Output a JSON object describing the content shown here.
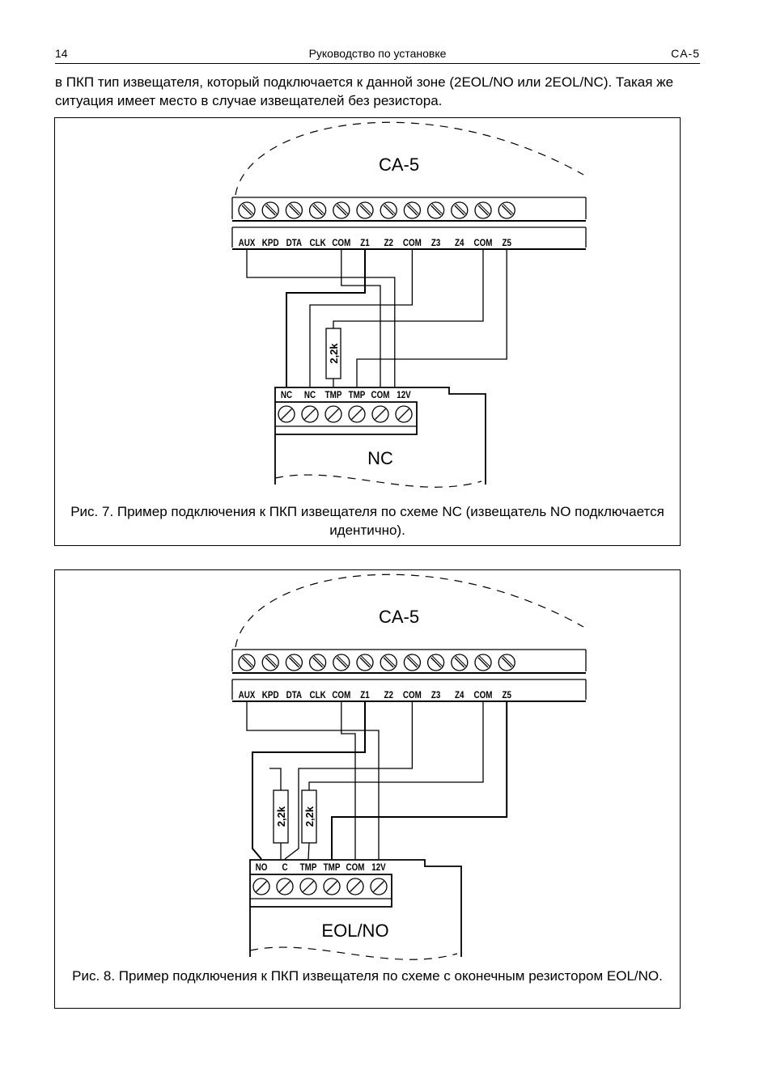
{
  "header": {
    "page_number": "14",
    "title": "Руководство по установке",
    "product": "CA-5"
  },
  "intro_text": "в ПКП тип извещателя, который подключается к данной зоне (2EOL/NO или 2EOL/NC). Такая же ситуация имеет место в случае извещателей без резистора.",
  "figures": [
    {
      "id": "fig7",
      "panel_label": "CA-5",
      "panel_terminals": [
        "AUX",
        "KPD",
        "DTA",
        "CLK",
        "COM",
        "Z1",
        "Z2",
        "COM",
        "Z3",
        "Z4",
        "COM",
        "Z5"
      ],
      "detector_label": "NC",
      "detector_terminals": [
        "NC",
        "NC",
        "TMP",
        "TMP",
        "COM",
        "12V"
      ],
      "resistors": [
        "2,2k"
      ],
      "caption": "Рис. 7. Пример подключения к ПКП извещателя по схеме NC (извещатель NO подключается идентично)."
    },
    {
      "id": "fig8",
      "panel_label": "CA-5",
      "panel_terminals": [
        "AUX",
        "KPD",
        "DTA",
        "CLK",
        "COM",
        "Z1",
        "Z2",
        "COM",
        "Z3",
        "Z4",
        "COM",
        "Z5"
      ],
      "detector_label": "EOL/NO",
      "detector_terminals": [
        "NO",
        "C",
        "TMP",
        "TMP",
        "COM",
        "12V"
      ],
      "resistors": [
        "2,2k",
        "2,2k"
      ],
      "caption": "Рис. 8. Пример подключения к ПКП извещателя по схеме с оконечным резистором EOL/NO."
    }
  ]
}
